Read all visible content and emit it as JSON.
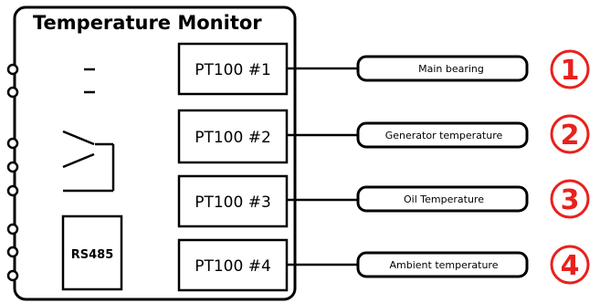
{
  "title": "Temperature Monitor",
  "rs485_label": "RS485",
  "accent_color": "#e8211d",
  "sensors": [
    {
      "name": "PT100 #1",
      "label": "Main bearing",
      "number": "1"
    },
    {
      "name": "PT100 #2",
      "label": "Generator temperature",
      "number": "2"
    },
    {
      "name": "PT100 #3",
      "label": "Oil Temperature",
      "number": "3"
    },
    {
      "name": "PT100 #4",
      "label": "Ambient temperature",
      "number": "4"
    }
  ]
}
